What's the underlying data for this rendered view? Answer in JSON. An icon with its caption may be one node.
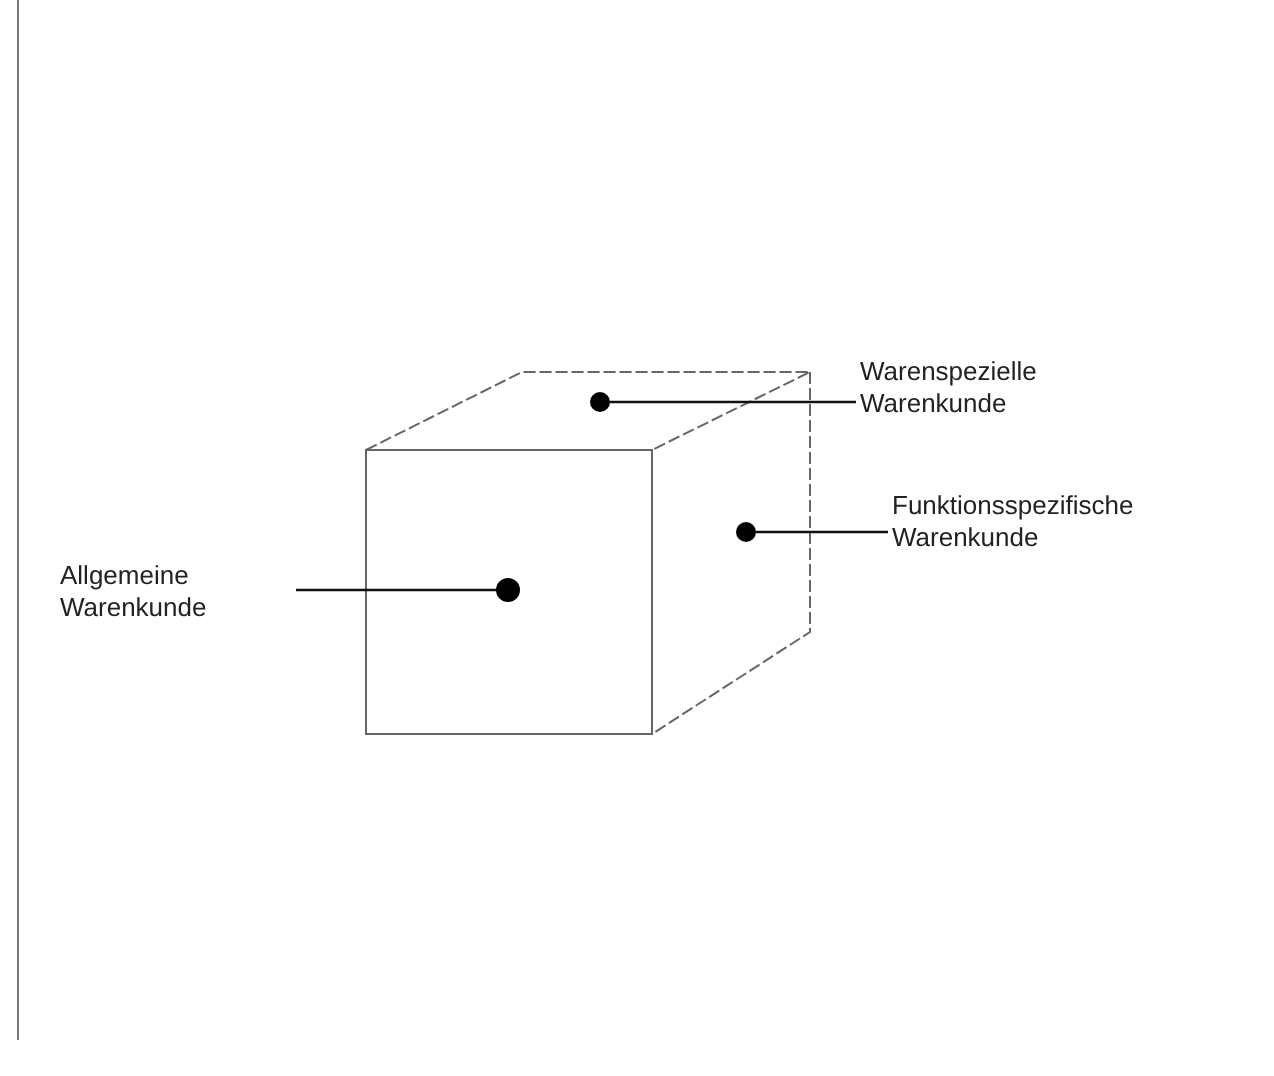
{
  "diagram": {
    "nodes": [
      {
        "text": [
          "Warenspezielle Warenkunde"
        ]
      },
      {
        "text": [],
        "shape": "circle"
      },
      {
        "text": [
          "Funktionsspezifische Warenkunde"
        ]
      },
      {
        "text": [],
        "shape": "circle"
      },
      {
        "text": [
          "Allgemeine Warenkunde"
        ]
      },
      {
        "text": [],
        "shape": "circle"
      }
    ],
    "edges": [
      {
        "from": 0,
        "to": 1,
        "arrow": "none"
      },
      {
        "from": 2,
        "to": 3,
        "arrow": "none"
      },
      {
        "from": 4,
        "to": 5,
        "arrow": "none"
      }
    ]
  }
}
